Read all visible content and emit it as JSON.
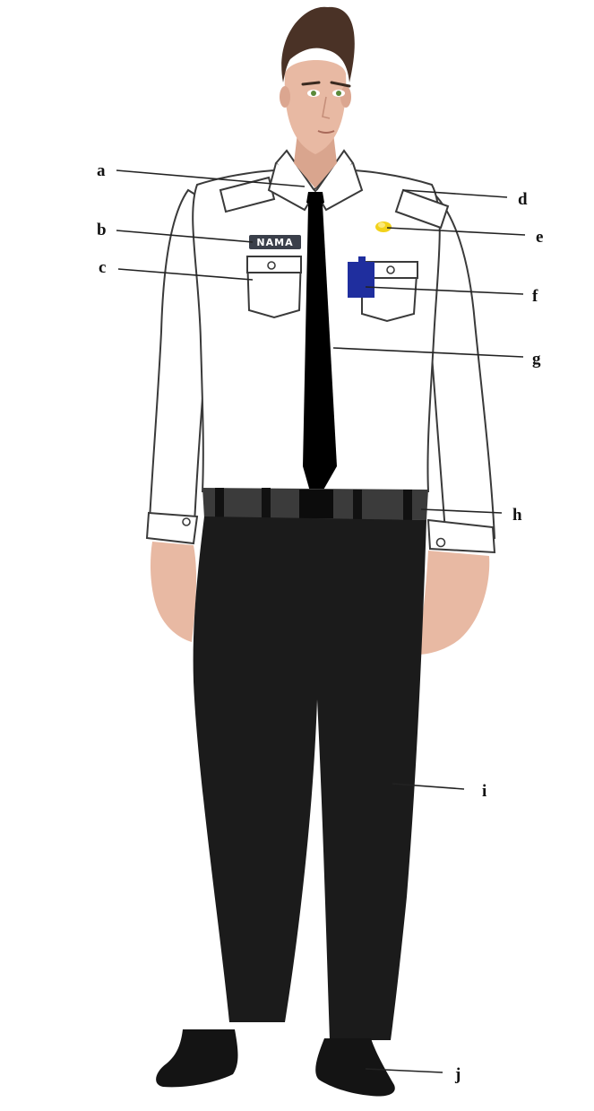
{
  "name_tag": {
    "text": "NAMA"
  },
  "callouts": {
    "a": "a",
    "b": "b",
    "c": "c",
    "d": "d",
    "e": "e",
    "f": "f",
    "g": "g",
    "h": "h",
    "i": "i",
    "j": "j"
  },
  "colors": {
    "shirt": "#ffffff",
    "outline": "#3a3a3a",
    "skin": "#e8b9a3",
    "hair": "#4a3226",
    "tie": "#000000",
    "trousers": "#1b1b1b",
    "belt": "#3b3b3b",
    "name_tag": "#3a3f4a",
    "badge_pin": "#f2d21b",
    "id_card": "#1f2e9e",
    "shoes": "#141414"
  }
}
